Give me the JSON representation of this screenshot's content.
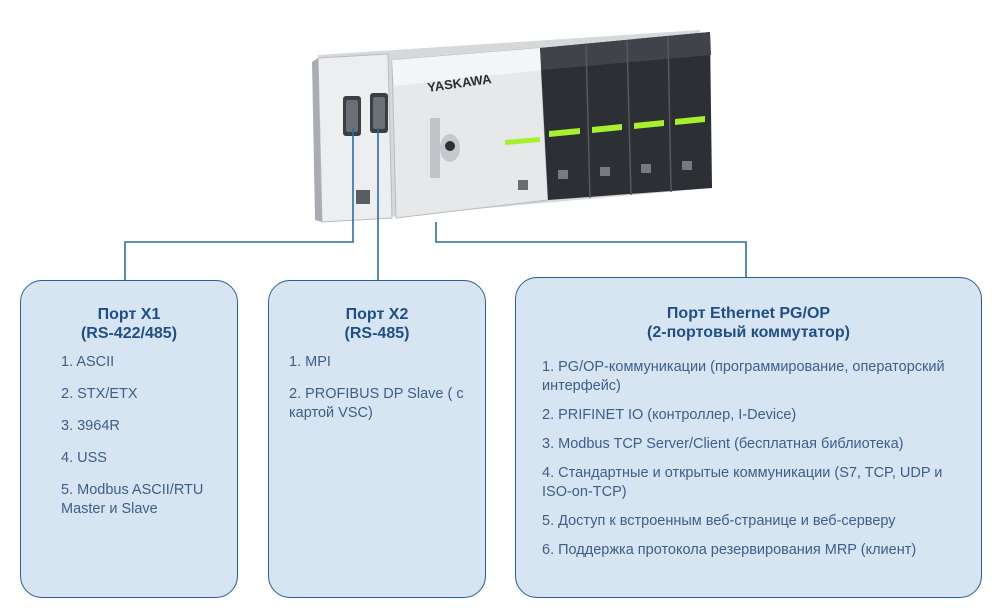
{
  "device": {
    "brand": "YASKAWA",
    "colors": {
      "frame": "#c9ccd0",
      "dark": "#2c2f33",
      "led": "#a6f02e",
      "cpu": "#e9ebed"
    }
  },
  "connectors": {
    "color": "#2b6fa6"
  },
  "boxes": [
    {
      "title_line1": "Порт X1",
      "title_line2": "(RS-422/485)",
      "items": [
        "1. ASCII",
        "2. STX/ETX",
        "3. 3964R",
        "4. USS",
        "5. Modbus ASCII/RTU Master и Slave"
      ]
    },
    {
      "title_line1": "Порт X2",
      "title_line2": "(RS-485)",
      "items": [
        "1. MPI",
        "2. PROFIBUS DP Slave ( с картой VSC)"
      ]
    },
    {
      "title_line1": "Порт Ethernet PG/OP",
      "title_line2": "(2-портовый коммутатор)",
      "items": [
        "1. PG/OP-коммуникации (программирование, операторский интерфейс)",
        "2. PRIFINET IO (контроллер, I-Device)",
        "3. Modbus TCP Server/Client (бесплатная библиотека)",
        "4. Стандартные и открытые коммуникации (S7, TCP, UDP и ISO-on-TCP)",
        "5. Доступ к встроенным веб-странице и веб-серверу",
        "6. Поддержка протокола резервирования MRP (клиент)"
      ]
    }
  ]
}
